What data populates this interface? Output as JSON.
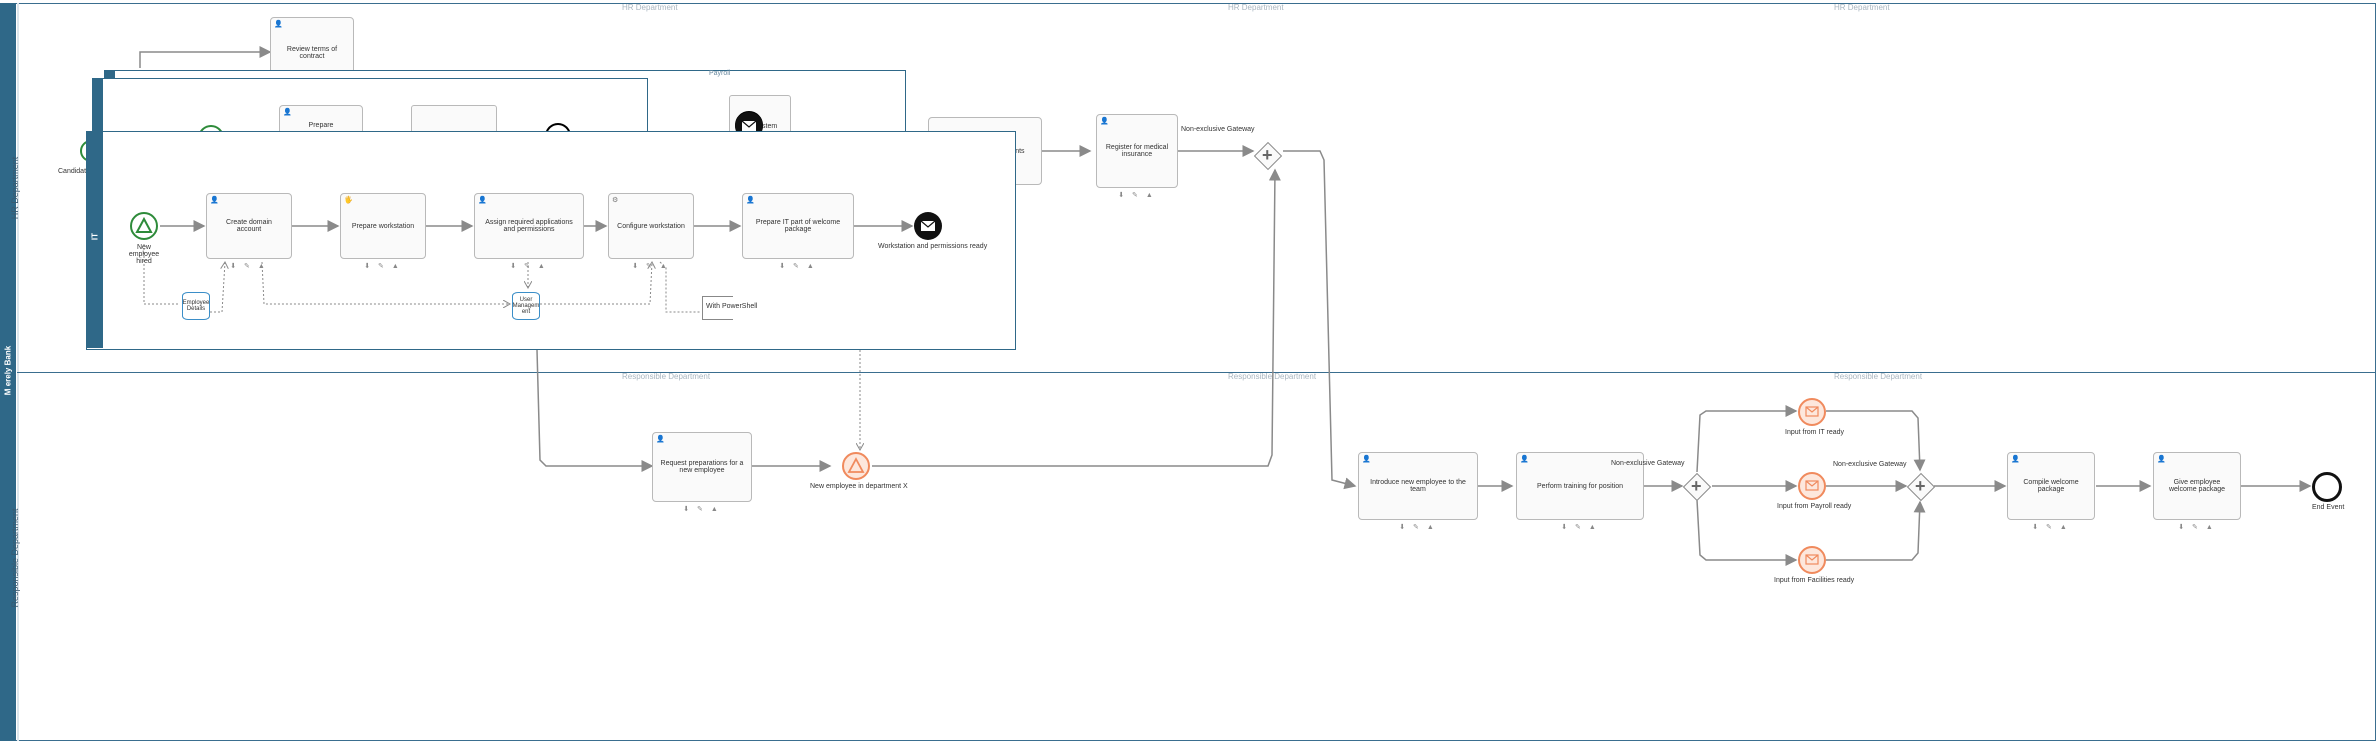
{
  "pool": {
    "name": "M erely Bank"
  },
  "lanes": {
    "hr": {
      "name": "HR Department",
      "titles": [
        "HR Department",
        "HR Department",
        "HR Department"
      ]
    },
    "resp": {
      "name": "Responsible Department",
      "titles": [
        "Responsible Department",
        "Responsible Department",
        "Responsible Department"
      ]
    }
  },
  "subprocesses": {
    "payroll": {
      "name": "Payroll"
    },
    "it": {
      "name": "IT"
    }
  },
  "hr_tasks": {
    "review_contract": "Review terms of contract",
    "prepare": "Prepare",
    "system": "system",
    "ments": "ments",
    "register_medical": "Register for medical insurance",
    "candidate": "Candidat"
  },
  "it_tasks": {
    "start_event": "New employee hired",
    "create_domain": "Create domain account",
    "prepare_workstation": "Prepare workstation",
    "assign_apps": "Assign required applications and permissions",
    "configure_workstation": "Configure workstation",
    "prepare_it_part": "Prepare IT part of welcome package",
    "end_event": "Workstation and permissions ready",
    "employee_details": "Employee Details",
    "user_management": "User Managem ent",
    "annotation": "With PowerShell"
  },
  "resp_tasks": {
    "request_prep": "Request preparations for a new employee",
    "new_employee_event": "New employee in department X",
    "introduce": "Introduce new employee to the team",
    "training": "Perform training for position",
    "input_it": "Input from IT ready",
    "input_payroll": "Input from Payroll ready",
    "input_facilities": "Input from Facilities ready",
    "compile": "Compile welcome package",
    "give_package": "Give employee welcome package",
    "end_event": "End Event"
  },
  "gateways": {
    "hr_gateway": "Non-exclusive Gateway",
    "split_gateway": "Non-exclusive Gateway",
    "join_gateway": "Non-exclusive Gateway"
  },
  "colors": {
    "pool_blue": "#2f6888",
    "start_green": "#2e8b3a",
    "message_orange": "#f08a5d",
    "datastore_blue": "#3b8ec8"
  }
}
